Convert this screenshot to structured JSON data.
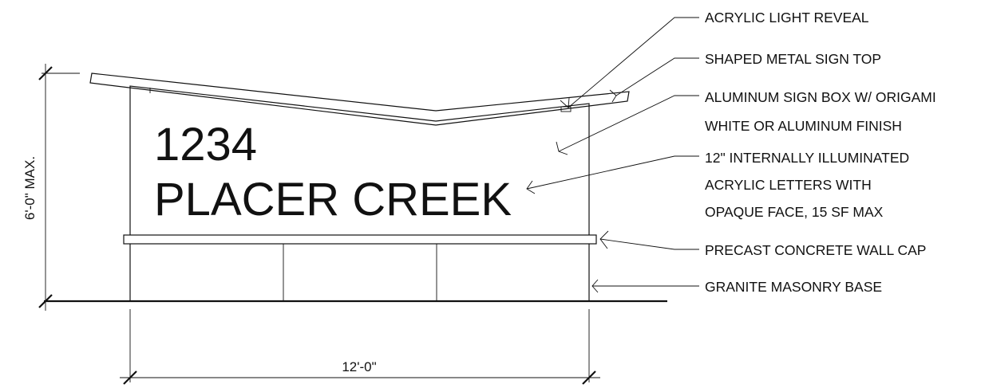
{
  "sign": {
    "line1": "1234",
    "line2": "PLACER CREEK"
  },
  "dimensions": {
    "height": "6'-0\" MAX.",
    "width": "12'-0\""
  },
  "callouts": [
    {
      "lines": [
        "ACRYLIC LIGHT REVEAL"
      ]
    },
    {
      "lines": [
        "SHAPED METAL SIGN TOP"
      ]
    },
    {
      "lines": [
        "ALUMINUM SIGN BOX W/ ORIGAMI",
        "WHITE OR ALUMINUM FINISH"
      ]
    },
    {
      "lines": [
        "12\" INTERNALLY ILLUMINATED",
        "ACRYLIC LETTERS WITH",
        "OPAQUE FACE, 15 SF MAX"
      ]
    },
    {
      "lines": [
        "PRECAST CONCRETE WALL CAP"
      ]
    },
    {
      "lines": [
        "GRANITE MASONRY BASE"
      ]
    }
  ]
}
